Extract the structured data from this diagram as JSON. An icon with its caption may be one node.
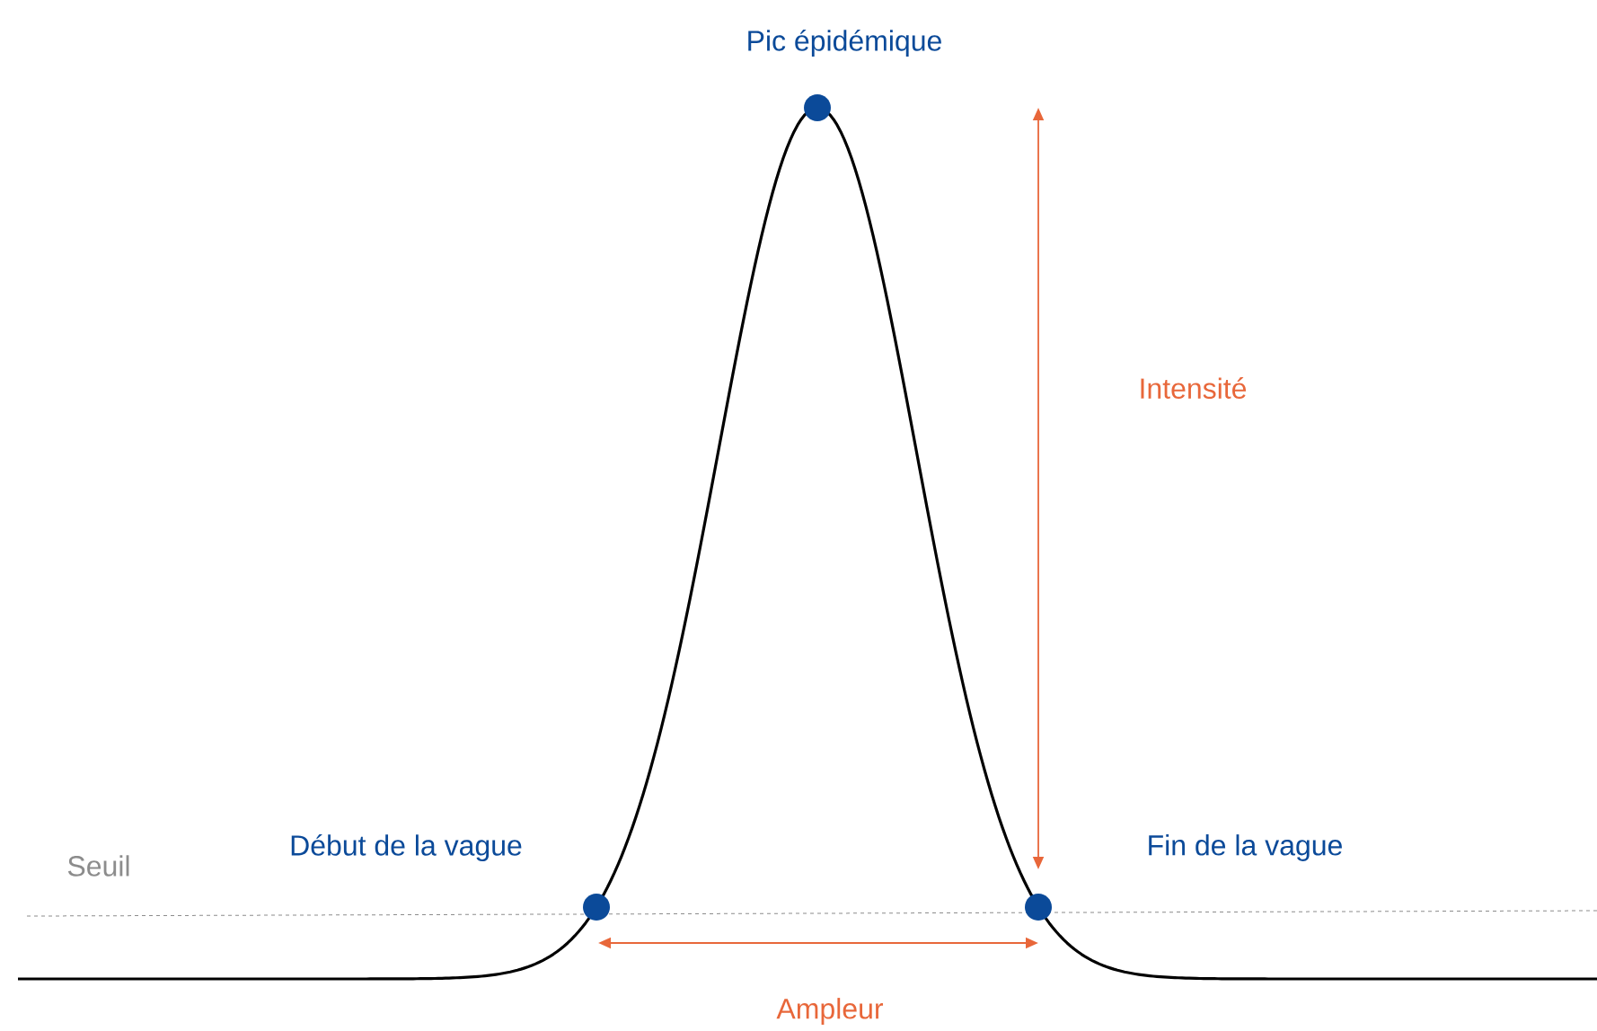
{
  "diagram": {
    "nodes": [
      {
        "text": [],
        "shape": "circle",
        "beside": [
          "Pic épidémique"
        ]
      },
      {
        "text": [],
        "shape": "circle",
        "beside": [
          "Début de la vague"
        ]
      },
      {
        "text": [],
        "shape": "circle",
        "beside": [
          "Fin de la vague"
        ]
      }
    ],
    "labels": [
      "Seuil",
      "Intensité",
      "Ampleur"
    ]
  }
}
